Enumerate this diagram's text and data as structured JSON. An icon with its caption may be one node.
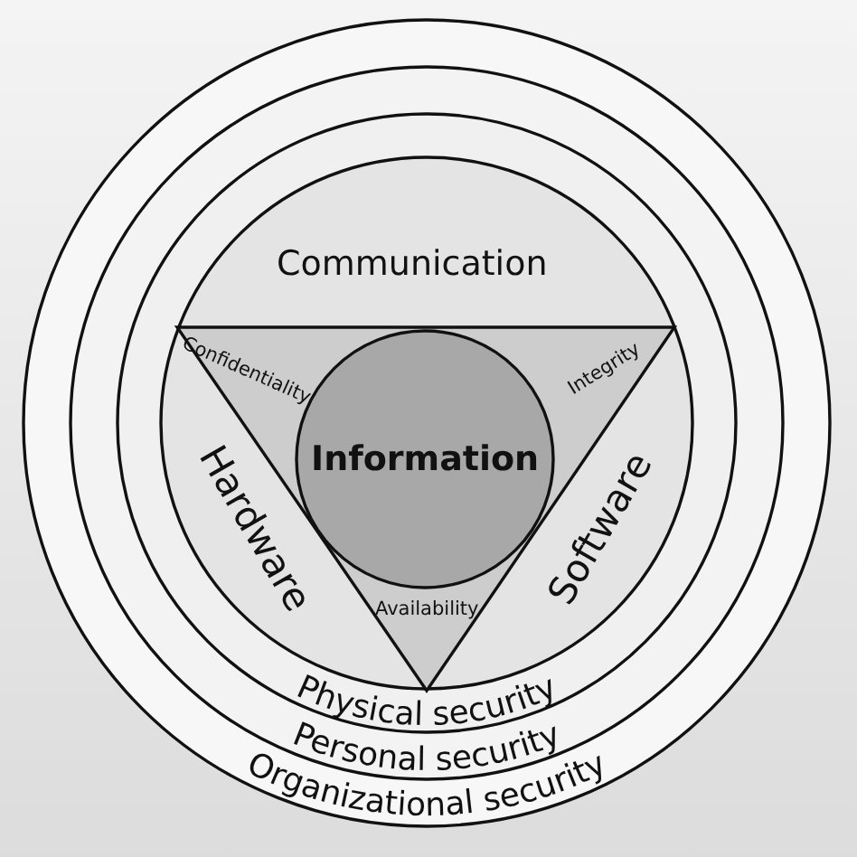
{
  "diagram": {
    "nodes": [
      {
        "text": [
          "Organizational security"
        ]
      },
      {
        "text": [
          "Personal security"
        ],
        "in": 0
      },
      {
        "text": [
          "Physical security"
        ],
        "in": 1
      },
      {
        "text": [
          "Communication",
          "Hardware",
          "Software"
        ],
        "in": 2
      },
      {
        "text": [
          "Confidentiality",
          "Integrity",
          "Availability"
        ],
        "in": 3
      },
      {
        "text": [
          "Information"
        ],
        "in": 4
      }
    ]
  }
}
